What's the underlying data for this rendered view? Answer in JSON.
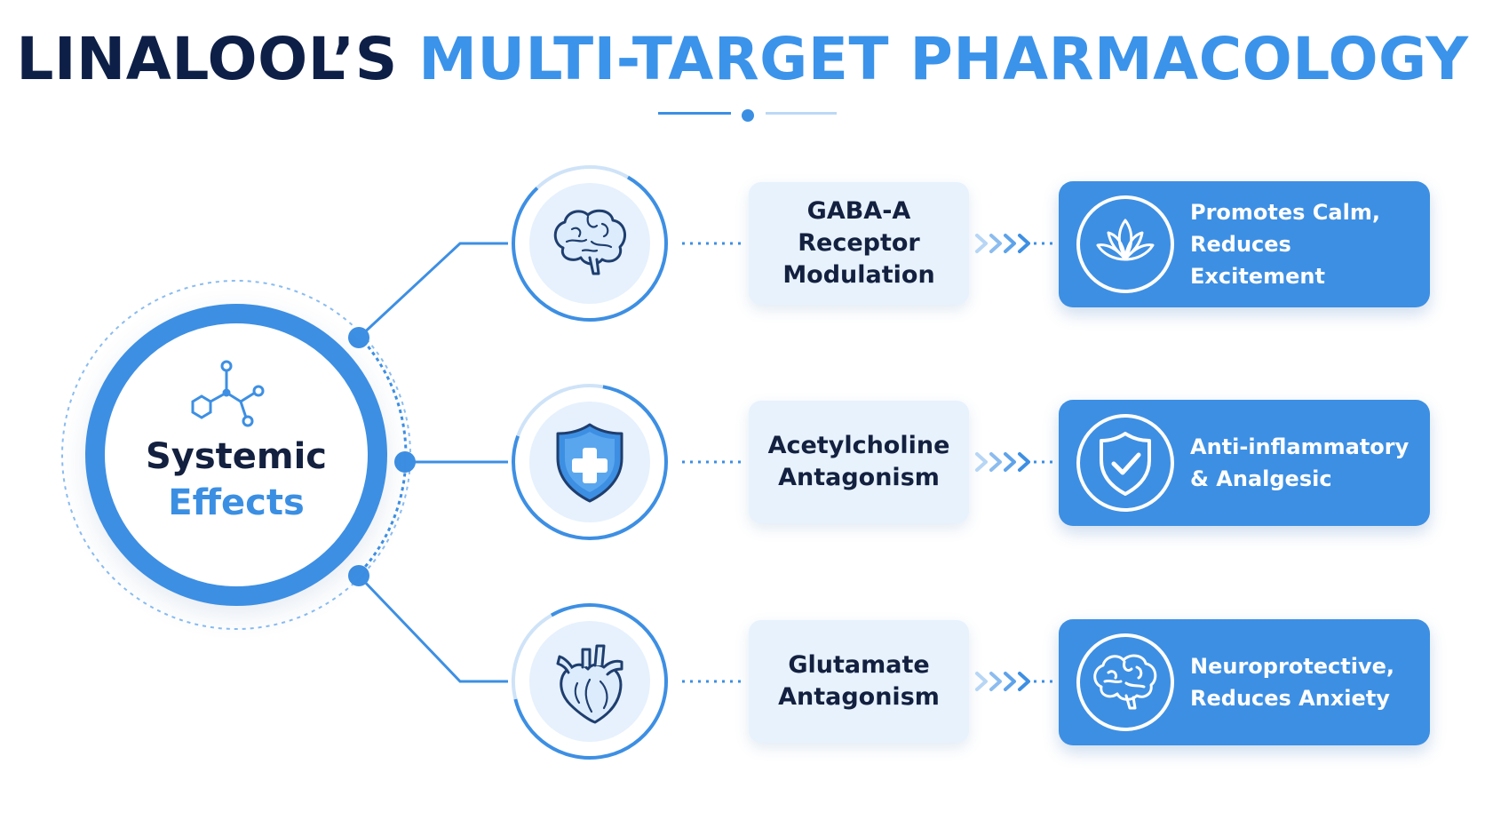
{
  "title": {
    "dark_part": "LINALOOL’S",
    "blue_part": "MULTI-TARGET PHARMACOLOGY"
  },
  "center": {
    "line1": "Systemic",
    "line2": "Effects",
    "icon": "molecule-icon"
  },
  "rows": [
    {
      "icon": "brain-icon",
      "mechanism": "GABA-A\nReceptor\nModulation",
      "effect_icon": "lotus-icon",
      "effect": "Promotes Calm,\nReduces Excitement"
    },
    {
      "icon": "shield-plus-icon",
      "mechanism": "Acetylcholine\nAntagonism",
      "effect_icon": "shield-check-icon",
      "effect": "Anti-inflammatory\n& Analgesic"
    },
    {
      "icon": "heart-icon",
      "mechanism": "Glutamate\nAntagonism",
      "effect_icon": "brain-icon",
      "effect": "Neuroprotective,\nReduces Anxiety"
    }
  ],
  "colors": {
    "navy": "#0e1f47",
    "accent_blue": "#3b93ea",
    "light_blue": "#e6f1fd"
  }
}
